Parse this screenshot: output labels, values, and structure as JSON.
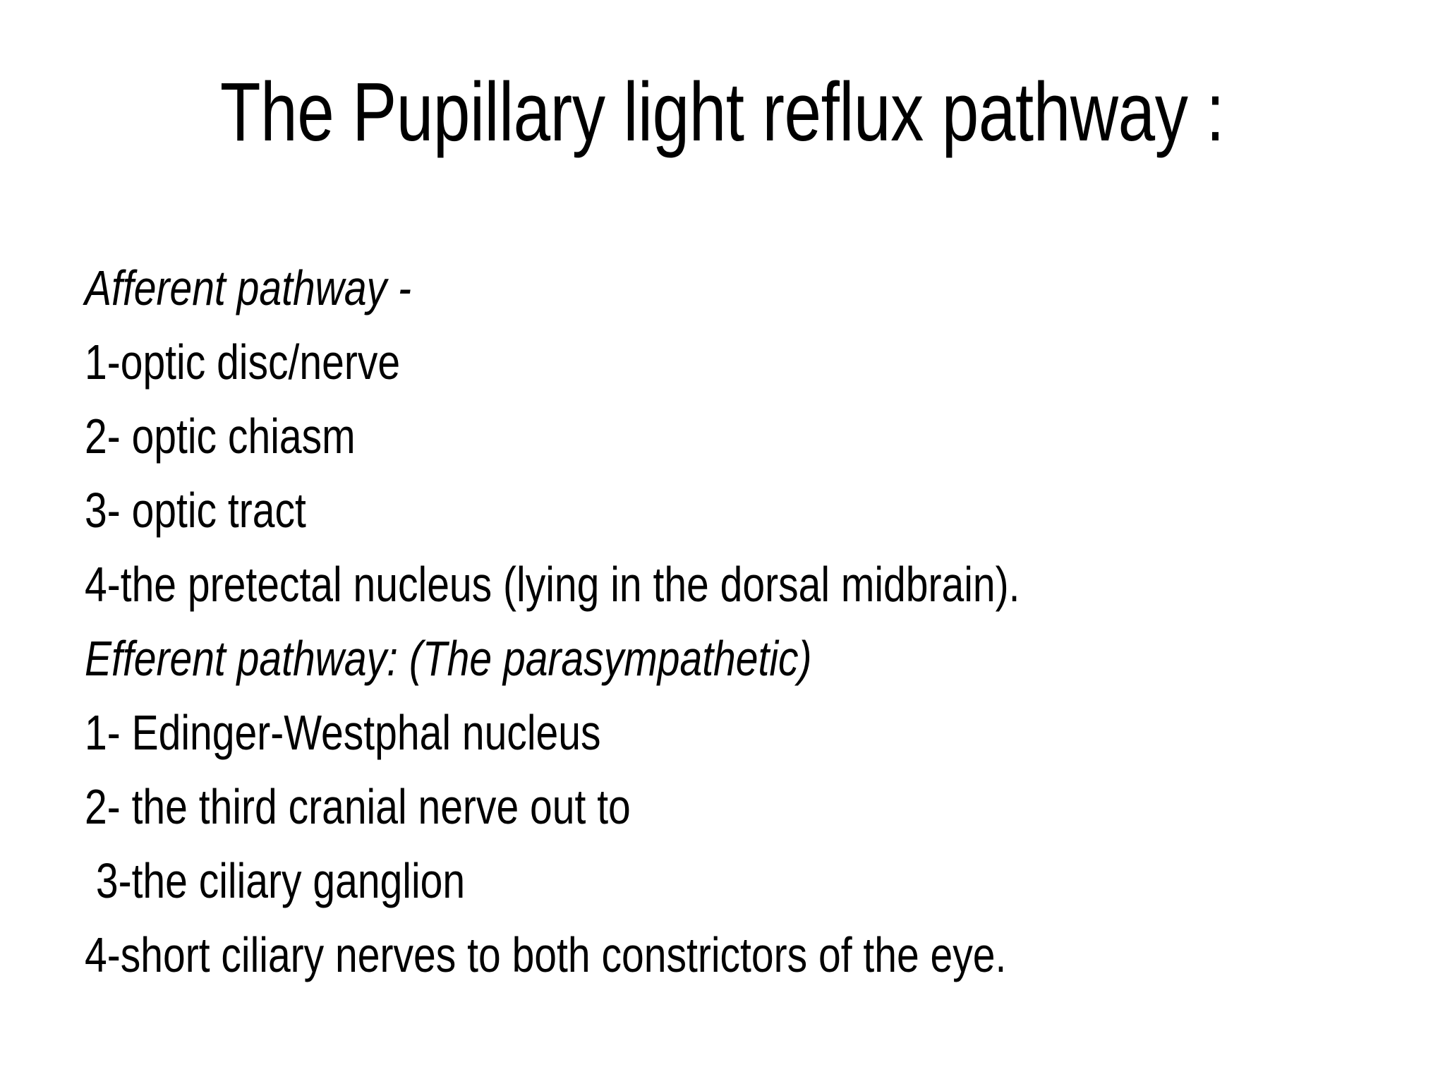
{
  "slide": {
    "background_color": "#ffffff",
    "text_color": "#000000",
    "title": "The Pupillary light reflux pathway :",
    "body_lines": [
      {
        "text": "Afferent pathway -",
        "style": "italic"
      },
      {
        "text": "1-optic disc/nerve",
        "style": "normal"
      },
      {
        "text": "2- optic chiasm",
        "style": "normal"
      },
      {
        "text": "3- optic tract",
        "style": "normal"
      },
      {
        "text": "4-the pretectal nucleus (lying in the dorsal midbrain).",
        "style": "normal"
      },
      {
        "text": "Efferent pathway: (The parasympathetic)",
        "style": "italic"
      },
      {
        "text": "1- Edinger-Westphal nucleus",
        "style": "normal"
      },
      {
        "text": "2- the third cranial nerve out to",
        "style": "normal"
      },
      {
        "text": " 3-the ciliary ganglion",
        "style": "normal"
      },
      {
        "text": "4-short ciliary nerves to both constrictors of the eye.",
        "style": "normal"
      }
    ]
  }
}
